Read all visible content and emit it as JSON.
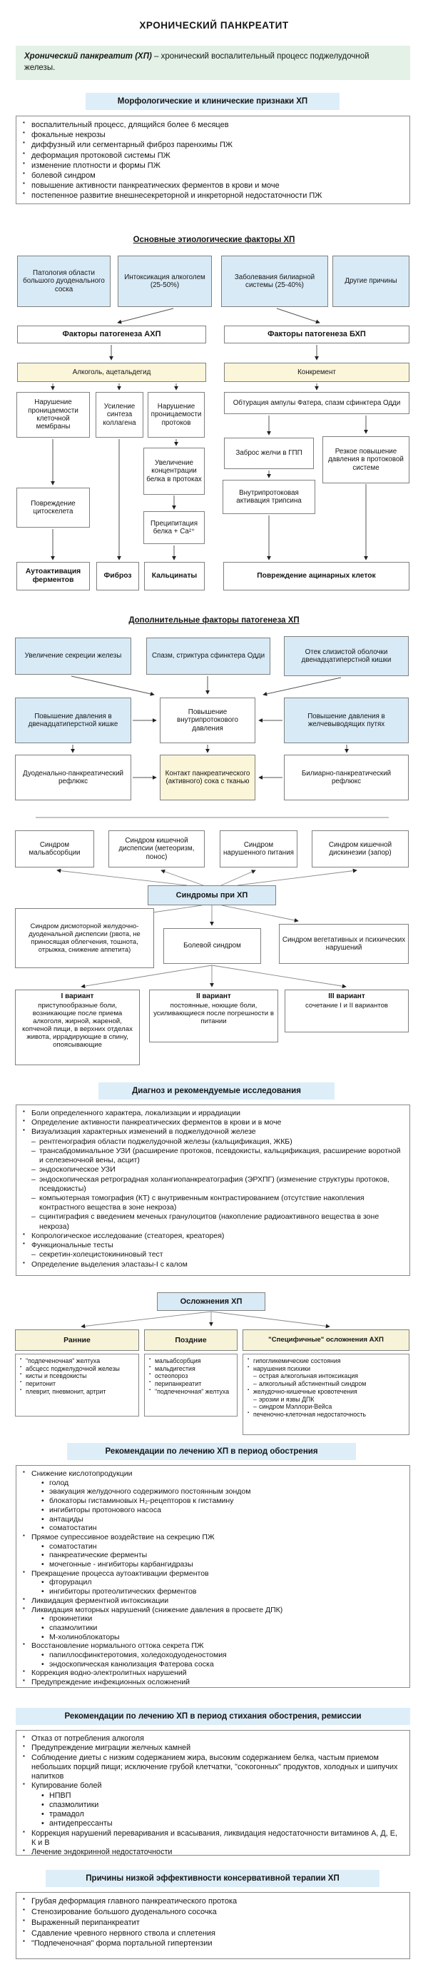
{
  "colors": {
    "node_blue": "#d8eaf6",
    "node_yellow": "#fbf5da",
    "header_blue": "#ddeef9",
    "intro_green": "#e3f1e6",
    "category_yellow": "#f7f3d8"
  },
  "title": "ХРОНИЧЕСКИЙ ПАНКРЕАТИТ",
  "intro": {
    "term": "Хронический панкреатит (ХП)",
    "definition": " – хронический воспалительный процесс поджелудочной железы."
  },
  "morphology": {
    "header": "Морфологические и клинические признаки ХП",
    "items": [
      {
        "l": 0,
        "t": "воспалительный процесс, длящийся более 6 месяцев"
      },
      {
        "l": 0,
        "t": "фокальные некрозы"
      },
      {
        "l": 0,
        "t": "диффузный или сегментарный фиброз паренхимы ПЖ"
      },
      {
        "l": 0,
        "t": "деформация протоковой системы ПЖ"
      },
      {
        "l": 0,
        "t": "изменение плотности и формы ПЖ"
      },
      {
        "l": 0,
        "t": "болевой синдром"
      },
      {
        "l": 0,
        "t": "повышение активности панкреатических ферментов в крови и моче"
      },
      {
        "l": 0,
        "t": "постепенное развитие внешнесекреторной и инкреторной недостаточности ПЖ"
      }
    ]
  },
  "etiology": {
    "header": "Основные этиологические факторы ХП",
    "causes": [
      "Патология области большого дуоденального соска",
      "Интоксикация алкоголем (25-50%)",
      "Заболевания билиарной системы (25-40%)",
      "Другие причины"
    ],
    "axp_header": "Факторы патогенеза АХП",
    "bxp_header": "Факторы патогенеза БХП",
    "alcohol": "Алкоголь, ацетальдегид",
    "concrement": "Конкремент",
    "membrane": "Нарушение проницаемости клеточной мембраны",
    "collagen": "Усиление синтеза коллагена",
    "duct_permeability": "Нарушение проницаемости протоков",
    "obturation": "Обтурация ампулы Фатера, спазм сфинктера Одди",
    "bile_reflux": "Заброс желчи в ГПП",
    "pressure_rise": "Резкое повышение давления в протоковой системе",
    "protein_concentration": "Увеличение концентрации белка в протоках",
    "cytoskeleton": "Повреждение цитоскелета",
    "trypsin": "Внутрипротоковая активация трипсина",
    "precipitation": "Преципитация белка + Са²⁺",
    "autoactivation": "Аутоактивация ферментов",
    "fibrosis": "Фиброз",
    "calcinates": "Кальцинаты",
    "acinar_damage": "Повреждение ацинарных клеток"
  },
  "additional": {
    "header": "Дополнительные факторы патогенеза ХП",
    "secretion": "Увеличение секреции железы",
    "spasm": "Спазм, стриктура сфинктера Одди",
    "edema": "Отек слизистой оболочки двенадцатиперстной кишки",
    "duodenal_pressure": "Повышение давления в двенадцатиперстной кишке",
    "intraductal_pressure": "Повышение внутрипротокового давления",
    "biliary_pressure": "Повышение давления в желчевыводящих путях",
    "duodeno_reflux": "Дуоденально-панкреатический рефлюкс",
    "contact": "Контакт панкреатического (активного) сока с тканью",
    "biliary_reflux": "Билиарно-панкреатический рефлюкс"
  },
  "syndromes": {
    "center": "Синдромы при ХП",
    "malabsorption": "Синдром мальабсорбции",
    "dyspepsia": "Синдром кишечной диспепсии (метеоризм, понос)",
    "nutrition": "Синдром нарушенного питания",
    "dyskinesia": "Синдром кишечной дискинезии (запор)",
    "gastroduodenal": "Синдром дисмоторной желудочно-дуоденальной диспепсии (рвота, не приносящая облегчения, тошнота, отрыжка, снижение аппетита)",
    "pain": "Болевой синдром",
    "vegetative": "Синдром вегетативных и психических нарушений",
    "variant1": {
      "title": "I вариант",
      "body": "приступообразные боли, возникающие после приема алкоголя, жирной, жареной, копченой пищи, в верхних отделах живота, иррадирующие в спину, опоясывающие"
    },
    "variant2": {
      "title": "II вариант",
      "body": "постоянные, ноющие боли, усиливающиеся после погрешности в питании"
    },
    "variant3": {
      "title": "III вариант",
      "body": "сочетание I и II вариантов"
    }
  },
  "diagnosis": {
    "header": "Диагноз и рекомендуемые исследования",
    "items": [
      {
        "l": 0,
        "t": "Боли определенного характера, локализации и иррадиации"
      },
      {
        "l": 0,
        "t": "Определение активности панкреатических ферментов в крови и в моче"
      },
      {
        "l": 0,
        "t": "Визуализация характерных изменений в поджелудочной железе"
      },
      {
        "l": 1,
        "t": "рентгенография области поджелудочной железы (кальцификация, ЖКБ)"
      },
      {
        "l": 1,
        "t": "трансабдоминальное УЗИ (расширение протоков, псевдокисты, кальцификация, расширение воротной и селезеночной вены, асцит)"
      },
      {
        "l": 1,
        "t": "эндоскопическое УЗИ"
      },
      {
        "l": 1,
        "t": "эндоскопическая ретроградная холангиопанкреатография (ЭРХПГ) (изменение структуры протоков, псевдокисты)"
      },
      {
        "l": 1,
        "t": "компьютерная томография (КТ) с внутривенным контрастированием (отсутствие накопления контрастного вещества в зоне некроза)"
      },
      {
        "l": 1,
        "t": "сцинтиграфия с введением меченых гранулоцитов (накопление радиоактивного вещества в зоне некроза)"
      },
      {
        "l": 0,
        "t": "Копрологическое исследование (стеаторея, креаторея)"
      },
      {
        "l": 0,
        "t": "Функциональные тесты"
      },
      {
        "l": 1,
        "t": "секретин-холецистокининовый тест"
      },
      {
        "l": 0,
        "t": "Определение выделения эластазы-I с калом"
      }
    ]
  },
  "complications": {
    "header": "Осложнения ХП",
    "early": {
      "label": "Ранние",
      "items": [
        {
          "l": 0,
          "t": "\"подпеченочная\" желтуха"
        },
        {
          "l": 0,
          "t": "абсцесс поджелудочной железы"
        },
        {
          "l": 0,
          "t": "кисты и псевдокисты"
        },
        {
          "l": 0,
          "t": "перитонит"
        },
        {
          "l": 0,
          "t": "плеврит, пневмонит, артрит"
        }
      ]
    },
    "late": {
      "label": "Поздние",
      "items": [
        {
          "l": 0,
          "t": "мальабсорбция"
        },
        {
          "l": 0,
          "t": "мальдигестия"
        },
        {
          "l": 0,
          "t": "остеопороз"
        },
        {
          "l": 0,
          "t": "перипанкреатит"
        },
        {
          "l": 0,
          "t": "\"подпеченочная\" желтуха"
        }
      ]
    },
    "specific": {
      "label": "\"Специфичные\" осложнения АХП",
      "items": [
        {
          "l": 0,
          "t": "гипогликемические состояния"
        },
        {
          "l": 0,
          "t": "нарушения психики"
        },
        {
          "l": 1,
          "t": "острая алкогольная интоксикация"
        },
        {
          "l": 1,
          "t": "алкогольный абстинентный синдром"
        },
        {
          "l": 0,
          "t": "желудочно-кишечные кровотечения"
        },
        {
          "l": 1,
          "t": "эрозии и язвы ДПК"
        },
        {
          "l": 1,
          "t": "синдром Мэллори-Вейса"
        },
        {
          "l": 0,
          "t": "печеночно-клеточная недостаточность"
        }
      ]
    }
  },
  "treatment_exacerbation": {
    "header": "Рекомендации по лечению ХП в период обострения",
    "items": [
      {
        "l": 0,
        "t": "Снижение кислотопродукции"
      },
      {
        "l": 2,
        "t": "голод"
      },
      {
        "l": 2,
        "t": "эвакуация желудочного содержимого постоянным зондом"
      },
      {
        "l": 2,
        "t": "блокаторы гистаминовых Н₂-рецепторов к гистамину"
      },
      {
        "l": 2,
        "t": "ингибиторы протонового насоса"
      },
      {
        "l": 2,
        "t": "антациды"
      },
      {
        "l": 2,
        "t": "соматостатин"
      },
      {
        "l": 0,
        "t": "Прямое супрессивное воздействие на секрецию ПЖ"
      },
      {
        "l": 2,
        "t": "соматостатин"
      },
      {
        "l": 2,
        "t": "панкреатические ферменты"
      },
      {
        "l": 2,
        "t": "мочегонные - ингибиторы карбангидразы"
      },
      {
        "l": 0,
        "t": "Прекращение процесса аутоактивации ферментов"
      },
      {
        "l": 2,
        "t": "фторурацил"
      },
      {
        "l": 2,
        "t": "ингибиторы протеолитических ферментов"
      },
      {
        "l": 0,
        "t": "Ликвидация ферментной интоксикации"
      },
      {
        "l": 0,
        "t": "Ликвидация моторных нарушений (снижение давления в просвете ДПК)"
      },
      {
        "l": 2,
        "t": "прокинетики"
      },
      {
        "l": 2,
        "t": "спазмолитики"
      },
      {
        "l": 2,
        "t": "М-холиноблокаторы"
      },
      {
        "l": 0,
        "t": "Восстановление нормального оттока секрета ПЖ"
      },
      {
        "l": 2,
        "t": "папиллосфинктеротомия, холедоходуоденостомия"
      },
      {
        "l": 2,
        "t": "эндоскопическая канюлизация Фатерова соска"
      },
      {
        "l": 0,
        "t": "Коррекция водно-электролитных нарушений"
      },
      {
        "l": 0,
        "t": "Предупреждение инфекционных осложнений"
      }
    ]
  },
  "treatment_remission": {
    "header": "Рекомендации по лечению ХП в период стихания обострения, ремиссии",
    "items": [
      {
        "l": 0,
        "t": "Отказ от потребления алкоголя"
      },
      {
        "l": 0,
        "t": "Предупреждение миграции желчных камней"
      },
      {
        "l": 0,
        "t": "Соблюдение диеты с низким содержанием жира, высоким содержанием белка, частым приемом небольших порций пищи; исключение грубой клетчатки, \"сокогонных\" продуктов, холодных и шипучих напитков"
      },
      {
        "l": 0,
        "t": "Купирование болей"
      },
      {
        "l": 2,
        "t": "НПВП"
      },
      {
        "l": 2,
        "t": "спазмолитики"
      },
      {
        "l": 2,
        "t": "трамадол"
      },
      {
        "l": 2,
        "t": "антидепрессанты"
      },
      {
        "l": 0,
        "t": "Коррекция нарушений переваривания и всасывания, ликвидация недостаточности витаминов А, Д, Е, К и В"
      },
      {
        "l": 0,
        "t": "Лечение эндокринной недостаточности"
      }
    ]
  },
  "low_efficacy": {
    "header": "Причины низкой эффективности консервативной терапии ХП",
    "items": [
      {
        "l": 0,
        "t": "Грубая деформация главного панкреатического протока"
      },
      {
        "l": 0,
        "t": "Стенозирование большого дуоденального сосочка"
      },
      {
        "l": 0,
        "t": "Выраженный перипанкреатит"
      },
      {
        "l": 0,
        "t": "Сдавление чревного нервного ствола и сплетения"
      },
      {
        "l": 0,
        "t": "\"Подпеченочная\" форма портальной гипертензии"
      }
    ]
  }
}
